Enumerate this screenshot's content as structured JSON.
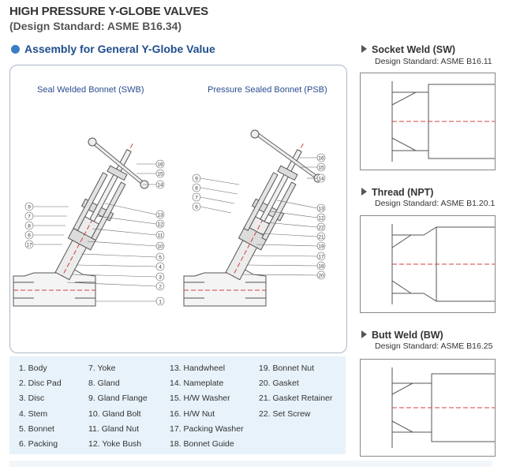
{
  "header": {
    "title": "HIGH PRESSURE Y-GLOBE VALVES",
    "subtitle": "(Design Standard: ASME B16.34)"
  },
  "assembly": {
    "heading": "Assembly for General Y-Globe Value",
    "swb_label": "Seal Welded Bonnet (SWB)",
    "psb_label": "Pressure Sealed Bonnet (PSB)"
  },
  "callouts_left": [
    "16",
    "15",
    "14",
    "9",
    "7",
    "8",
    "6",
    "17",
    "13",
    "12",
    "11",
    "10",
    "5",
    "4",
    "3",
    "2",
    "1"
  ],
  "callouts_right": [
    "16",
    "15",
    "14",
    "9",
    "8",
    "7",
    "6",
    "13",
    "12",
    "22",
    "21",
    "19",
    "17",
    "18",
    "20"
  ],
  "parts": [
    [
      "1. Body",
      "2. Disc Pad",
      "3. Disc",
      "4. Stem",
      "5. Bonnet",
      "6. Packing"
    ],
    [
      "7. Yoke",
      "8. Gland",
      "9. Gland Flange",
      "10. Gland Bolt",
      "11. Gland Nut",
      "12. Yoke Bush"
    ],
    [
      "13. Handwheel",
      "14. Nameplate",
      "15. H/W Washer",
      "16. H/W Nut",
      "17. Packing Washer",
      "18. Bonnet Guide"
    ],
    [
      "19. Bonnet Nut",
      "20. Gasket",
      "21. Gasket Retainer",
      "22. Set Screw"
    ]
  ],
  "ends": [
    {
      "title": "Socket Weld (SW)",
      "standard": "Design Standard: ASME B16.11"
    },
    {
      "title": "Thread (NPT)",
      "standard": "Design Standard: ASME B1.20.1"
    },
    {
      "title": "Butt Weld (BW)",
      "standard": "Design Standard: ASME B16.25"
    }
  ],
  "colors": {
    "accent": "#1f4e8c",
    "panel": "#e7f2fa",
    "centerline": "#d04040"
  }
}
